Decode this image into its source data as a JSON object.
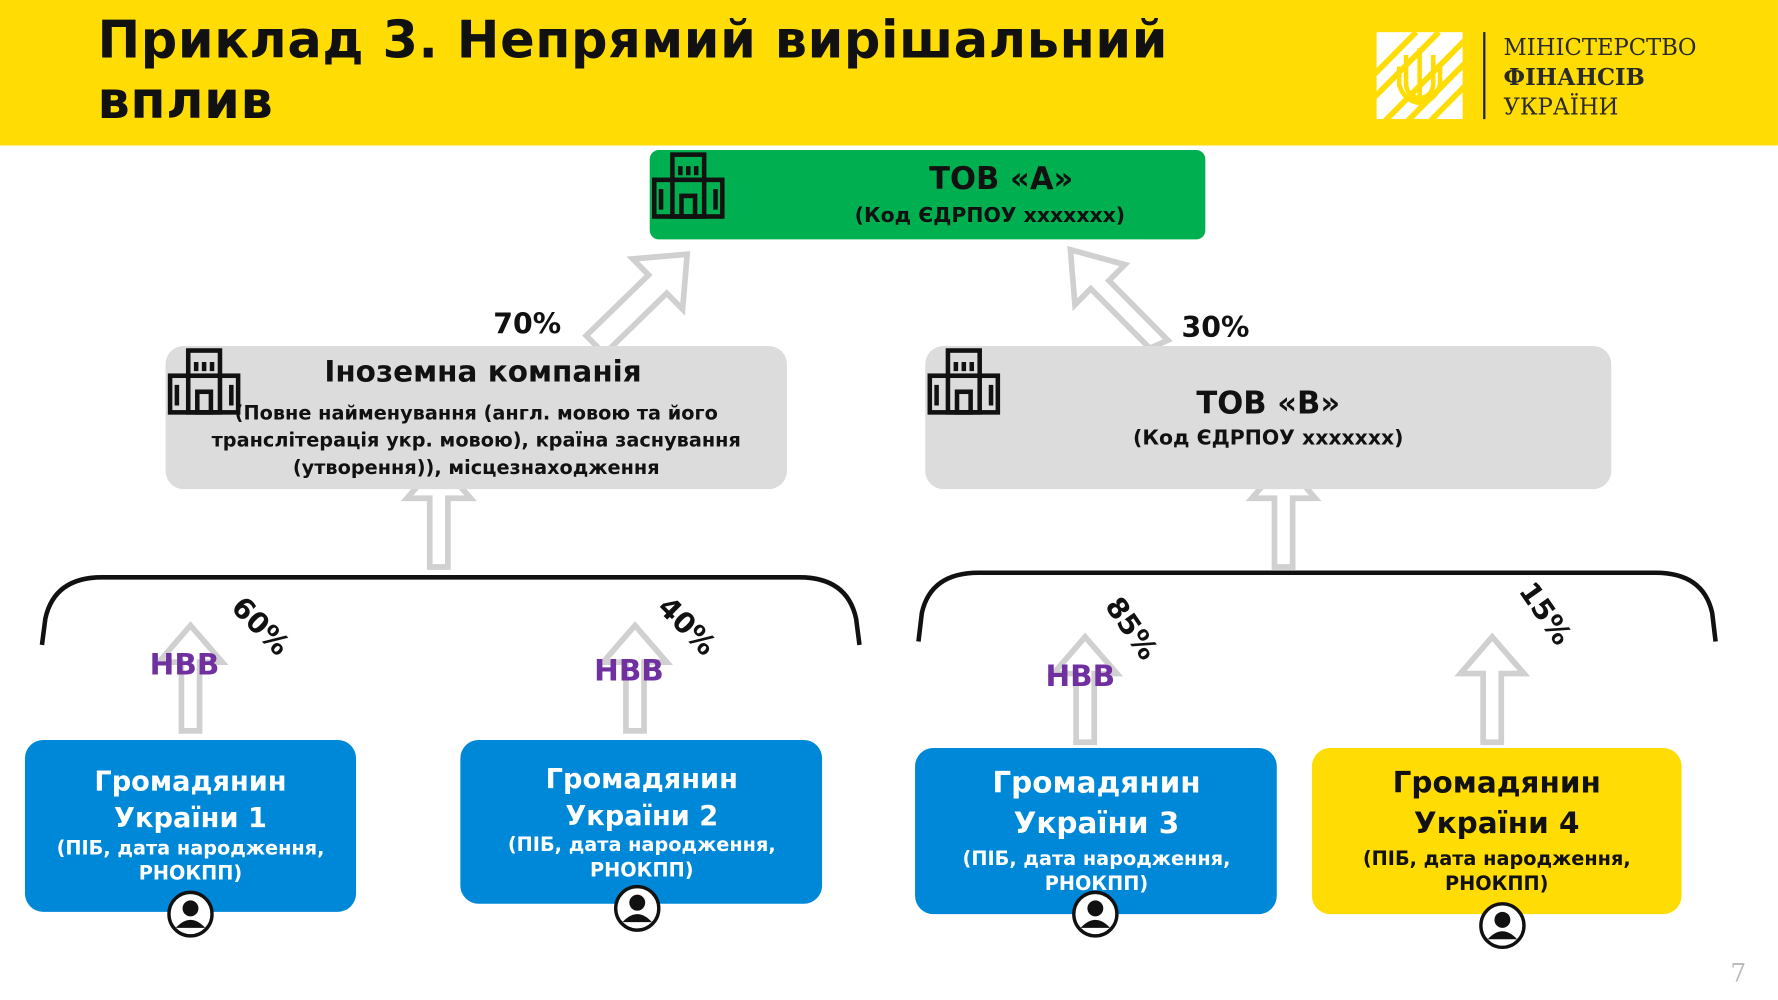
{
  "title": "Приклад 3. Непрямий вирішальний вплив",
  "ministry": {
    "line1": "МІНІСТЕРСТВО",
    "line2": "ФІНАНСІВ",
    "line3": "УКРАЇНИ"
  },
  "tov_a": {
    "name": "ТОВ «А»",
    "code": "(Код ЄДРПОУ ххххххх)"
  },
  "foreign": {
    "name": "Іноземна компанія",
    "details": "(Повне найменування (англ. мовою та його транслітерація укр. мовою), країна заснування (утворення)), місцезнаходження"
  },
  "tov_b": {
    "name": "ТОВ «В»",
    "code": "(Код ЄДРПОУ ххххххх)"
  },
  "shares": {
    "foreign_to_a": "70%",
    "b_to_a": "30%",
    "c1": "60%",
    "c2": "40%",
    "c3": "85%",
    "c4": "15%"
  },
  "nvv_label": "НВВ",
  "citizens": [
    {
      "name": "Громадянин України 1",
      "details": "(ПІБ, дата народження, РНОКПП)"
    },
    {
      "name": "Громадянин України 2",
      "details": "(ПІБ, дата народження, РНОКПП)"
    },
    {
      "name": "Громадянин України 3",
      "details": "(ПІБ, дата народження, РНОКПП)"
    },
    {
      "name": "Громадянин України 4",
      "details": "(ПІБ, дата народження, РНОКПП)"
    }
  ],
  "page_number": "7",
  "colors": {
    "header": "#ffdc04",
    "green": "#00b050",
    "grey": "#dcdcdc",
    "blue": "#0088d8",
    "yellow": "#ffdc04",
    "nvv": "#7030a0"
  },
  "icons": [
    "building-icon",
    "person-icon",
    "arrow-up-icon",
    "trident-emblem-icon"
  ]
}
